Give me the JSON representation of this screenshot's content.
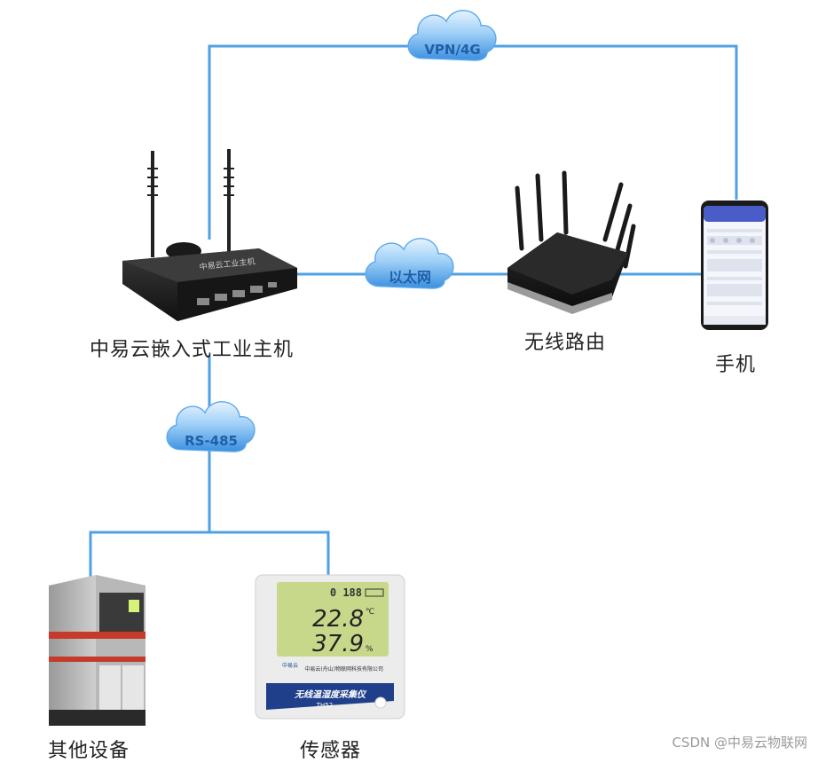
{
  "colors": {
    "line": "#4ea1e4",
    "cloud_top": "#cfe8ff",
    "cloud_bottom": "#3b8fe0",
    "cloud_text": "#1f5fa8"
  },
  "nodes": {
    "host": "中易云嵌入式工业主机",
    "router": "无线路由",
    "phone": "手机",
    "other": "其他设备",
    "sensor": "传感器"
  },
  "links": {
    "vpn": "VPN/4G",
    "ethernet": "以太网",
    "rs485": "RS-485"
  },
  "sensor_display": {
    "top": "0 188",
    "temp": "22.8",
    "temp_unit": "℃",
    "hum": "37.9",
    "hum_unit": "%",
    "company": "中易云(舟山)物联网科技有限公司",
    "brand": "中易云",
    "device_name": "无线温湿度采集仪",
    "model": "TH52"
  },
  "watermark": "CSDN @中易云物联网"
}
